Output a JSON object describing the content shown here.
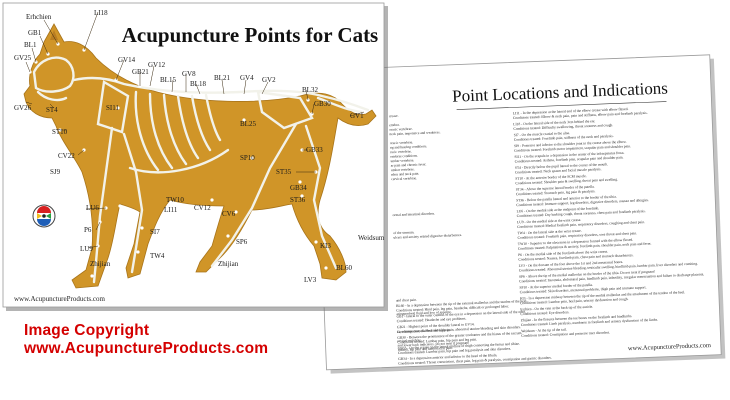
{
  "poster_front": {
    "title": "Acupuncture Points for Cats",
    "footer": "www.AcupunctureProducts.com",
    "labels": [
      {
        "id": "erhchien",
        "text": "Erhchien"
      },
      {
        "id": "li18",
        "text": "LI18"
      },
      {
        "id": "gb1",
        "text": "GB1"
      },
      {
        "id": "bl1",
        "text": "BL1"
      },
      {
        "id": "gv25",
        "text": "GV25"
      },
      {
        "id": "gv14",
        "text": "GV14"
      },
      {
        "id": "gb21",
        "text": "GB21"
      },
      {
        "id": "gv12",
        "text": "GV12"
      },
      {
        "id": "bl15",
        "text": "BL15"
      },
      {
        "id": "gv8",
        "text": "GV8"
      },
      {
        "id": "bl18",
        "text": "BL18"
      },
      {
        "id": "bl21",
        "text": "BL21"
      },
      {
        "id": "gv4",
        "text": "GV4"
      },
      {
        "id": "gv2",
        "text": "GV2"
      },
      {
        "id": "bl32",
        "text": "BL32"
      },
      {
        "id": "gb30",
        "text": "GB30"
      },
      {
        "id": "gv1",
        "text": "GV1"
      },
      {
        "id": "gv26",
        "text": "GV26"
      },
      {
        "id": "st4",
        "text": "ST4"
      },
      {
        "id": "si11",
        "text": "SI11"
      },
      {
        "id": "bl25",
        "text": "BL25"
      },
      {
        "id": "st10",
        "text": "ST10"
      },
      {
        "id": "cv22",
        "text": "CV22"
      },
      {
        "id": "sp10",
        "text": "SP10"
      },
      {
        "id": "gb33",
        "text": "GB33"
      },
      {
        "id": "sj9",
        "text": "SJ9"
      },
      {
        "id": "st35",
        "text": "ST35"
      },
      {
        "id": "gb34",
        "text": "GB34"
      },
      {
        "id": "st36",
        "text": "ST36"
      },
      {
        "id": "tw10",
        "text": "TW10"
      },
      {
        "id": "cv12",
        "text": "CV12"
      },
      {
        "id": "cv6",
        "text": "CV6"
      },
      {
        "id": "li11",
        "text": "LI11"
      },
      {
        "id": "lu6",
        "text": "LU6"
      },
      {
        "id": "p6",
        "text": "P6"
      },
      {
        "id": "si7",
        "text": "SI7"
      },
      {
        "id": "sp6",
        "text": "SP6"
      },
      {
        "id": "ki3",
        "text": "KI3"
      },
      {
        "id": "weidsum",
        "text": "Weidsum"
      },
      {
        "id": "lu9",
        "text": "LU9"
      },
      {
        "id": "tw4",
        "text": "TW4"
      },
      {
        "id": "zhijian1",
        "text": "Zhijian"
      },
      {
        "id": "zhijian2",
        "text": "Zhijian"
      },
      {
        "id": "lv3",
        "text": "LV3"
      },
      {
        "id": "bl60",
        "text": "BL60"
      }
    ]
  },
  "poster_back": {
    "title": "Point Locations and Indications",
    "footer": "www.AcupunctureProducts.com",
    "right_entries": [
      {
        "head": "LI11 - In the depression at the lateral end of the elbow crease with elbow flexed.",
        "body": "Conditions treated: Elbow & neck pain, pain and stiffness, elbow pain and forelimb paralysis."
      },
      {
        "head": "LI18 - On the lateral side of the neck 3cm behind the ear.",
        "body": "Conditions treated: Difficulty swallowing, throat soreness and cough."
      },
      {
        "head": "SI7 - On the muscle cranial to the ulna.",
        "body": "Conditions treated: Forelimb pain, stiffness of the neck and paralysis."
      },
      {
        "head": "SI9 - Posterior and inferior to the shoulder joint in the crease above the elbow.",
        "body": "Conditions treated: Forelimb motor impairment, scapular pain and shoulder pain."
      },
      {
        "head": "SI11 - On the scapula in a depression in the center of the infraspinatus fossa.",
        "body": "Conditions treated: Asthma, forelimb pain, scapular pain and shoulder pain."
      },
      {
        "head": "ST4 - Directly below the pupil lateral to the corner of the mouth.",
        "body": "Conditions treated: Neck spasm and facial muscle paralysis."
      },
      {
        "head": "ST10 - At the anterior border of the SCM muscle.",
        "body": "Conditions treated: Shoulder pain & swelling, throat pain and swelling."
      },
      {
        "head": "ST34 - Above the superior lateral border of the patella.",
        "body": "Conditions treated: Stomach pain, leg pain & paralysis."
      },
      {
        "head": "ST36 - Below the patella lateral and anterior to the border of the tibia.",
        "body": "Conditions treated: Immune support, leg disorders, digestive disorders, nausea and allergies."
      },
      {
        "head": "LU6 - On the medial side at the midpoint of the forelimb.",
        "body": "Conditions treated: Dry barking cough, throat soreness, chest pain and forelimb paralysis."
      },
      {
        "head": "LU9 - On the medial side at the wrist crease.",
        "body": "Conditions treated: Medial forelimb pain, respiratory disorders, coughing and chest pain."
      },
      {
        "head": "TW4 - On the lateral side at the wrist crease.",
        "body": "Conditions treated: Forelimb pain, respiratory disorders, sore throat and chest pain."
      },
      {
        "head": "TW10 - Superior to the olecranon in a depression formed with the elbow flexed.",
        "body": "Conditions treated: Palpitations & anxiety, forelimb pain, shoulder pain, neck pain and fever."
      },
      {
        "head": "P6 - On the medial side of the forelimb above the wrist crease.",
        "body": "Conditions treated: Nausea, forelimb pain, chest pain and stomach disturbances."
      },
      {
        "head": "LV3 - On the dorsum of the foot above the 1st and 2nd metatarsal bones.",
        "body": "Conditions treated: Abnormal uterine bleeding, testicular swelling, hindlimb pain, lumbar pain, liver disorders and vomiting."
      },
      {
        "head": "SP6 - Above the tip of the medial malleolus on the border of the tibia. Do not treat if pregnant!",
        "body": "Conditions treated: Insomnia, abdominal pain, hindlimb pain, infertility, irregular menstruation and failure to discharge placenta."
      },
      {
        "head": "SP10 - At the superior medial border of the patella.",
        "body": "Conditions treated: Skin disorders, menstrual problems, thigh pain and immune support."
      },
      {
        "head": "KI3 - In a depression midway between the tip of the medial malleolus and the attachment of the tendon of the heel.",
        "body": "Conditions treated: Lumbar pain, heel pain, urinary dysfunction and cough."
      },
      {
        "head": "Erchien - On the vein at the back tip of the auricle.",
        "body": "Conditions treated: Eye disorders."
      },
      {
        "head": "Zhijian - In the fissures between the toe bones on the forelimb and hindlimbs.",
        "body": "Conditions treated: Limb paralysis, numbness in forelimb and urinary dysfunction of the limbs."
      },
      {
        "head": "Weidsum - At the tip of the tail.",
        "body": "Conditions treated: Constipation and posterior tract disorders."
      }
    ],
    "left_partial": [
      "crease.",
      "",
      "ertebra.",
      "oracic vertebrae.",
      "neck pain, impotence and weakness.",
      "",
      "oracic vertebrae.",
      "ng and hearing conditions.",
      "racic vertebrae.",
      "ertebrae conditions.",
      "umbar vertebrae.",
      "ar pain and chronic fever.",
      "umbar vertebrae.",
      "rders and neck pain.",
      "cervical vertebrae.",
      "",
      "",
      "",
      "",
      "",
      "",
      "",
      "ormal and intestinal disorders.",
      "",
      "",
      "",
      "of the sternum.",
      "ulcers and anxiety related digestive disturbances.",
      "",
      "",
      "",
      "",
      "",
      "",
      "",
      "",
      "",
      "",
      "",
      "",
      "",
      "and chest pain.",
      "",
      "",
      "aringpenforal fluid and loss of appetite.",
      "",
      "",
      "",
      "ea, constipation, diarrhea and leg pain.",
      "",
      "ervical vertebrae.",
      "and lower back indicators. Do not treat if pregnant!",
      "lotlimb, hip pain and lumbosacral pain."
    ],
    "bottom_entries": [
      {
        "head": "BL60 - In a depression between the tip of the external malleolus and the tendon of the heel.",
        "body": "Conditions treated: Hind pain, leg pain, headache, difficult or prolonged labor."
      },
      {
        "head": "GB1 - lateral to the outer canthus of the eye in a depression on the lateral side of the orbit.",
        "body": "Conditions treated: Headache and eye problems."
      },
      {
        "head": "GB21 - Highest point of the shoulder lateral to GV14.",
        "body": "Conditions treated: Neck/shoulder pain, abnormal uterine bleeding and skin disorders."
      },
      {
        "head": "GB30 - Between the prominence of the greater trochanter and the hiatus of the sacrum.",
        "body": "Conditions treated: Lumbar pain, hip pain and leg pain."
      },
      {
        "head": "GB33 - On the crease on the lateral midline of thigh connecting the femur and tibiae.",
        "body": "Conditions treated: Lumbar pain, hip pain and leg paralysis and skin disorders."
      },
      {
        "head": "GB34 - In a depression anterior and inferior to the head of the fibula.",
        "body": "Conditions treated: Throat constriction, chest pain, leg pain & paralysis, constipation and gastric disorders."
      }
    ]
  },
  "copyright": {
    "line1": "Image Copyright",
    "line2": "www.AcupunctureProducts.com"
  },
  "colors": {
    "poster_fill": "#d09528",
    "poster_border": "#b58420",
    "title_text": "#111111",
    "label_text": "#1a1a1a",
    "copyright_text": "#d40000",
    "back_title": "#111111",
    "bone": "#f2f2ea"
  }
}
